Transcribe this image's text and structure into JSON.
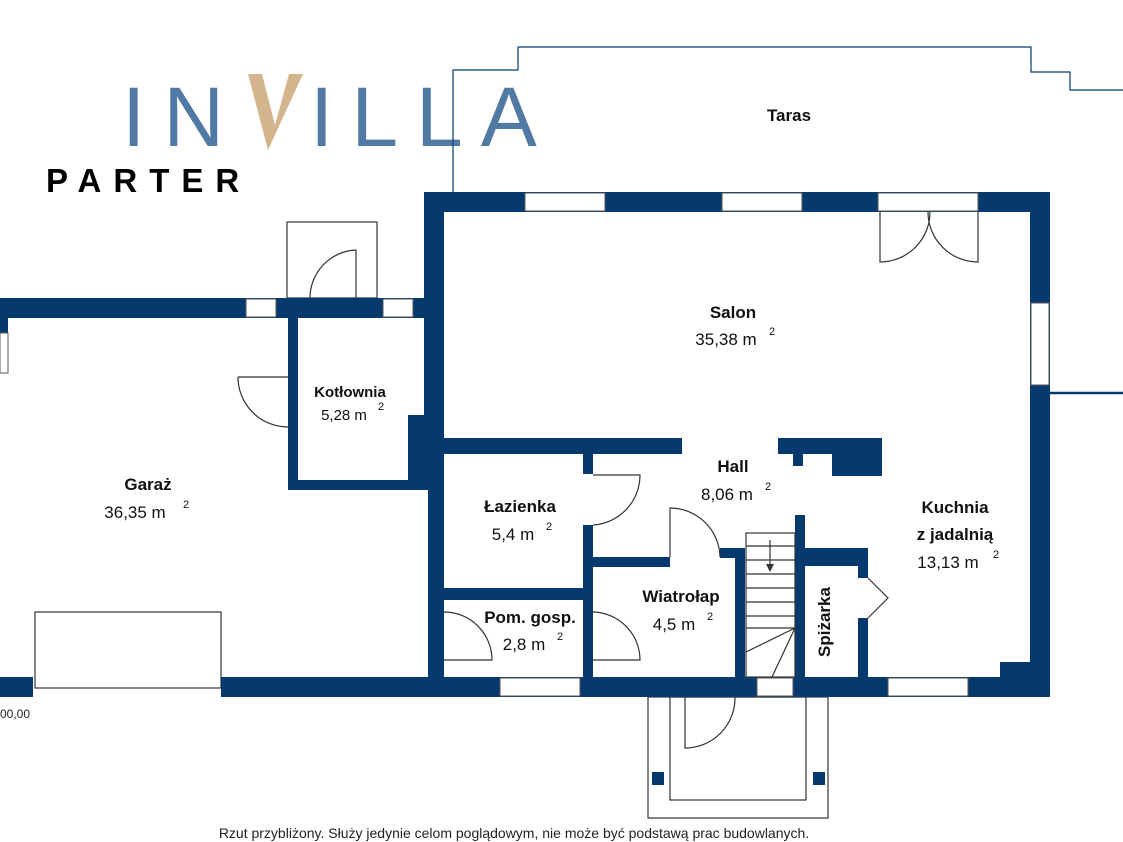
{
  "title": "PARTER",
  "logo_text": "INVILLA",
  "colors": {
    "wall": "#063a6f",
    "logo_blue": "#5079a3",
    "logo_tan": "#d4b48c"
  },
  "rooms": {
    "taras": {
      "name": "Taras"
    },
    "salon": {
      "name": "Salon",
      "area": "35,38 m",
      "unit_sup": "2"
    },
    "kotlownia": {
      "name": "Kotłownia",
      "area": "5,28 m",
      "unit_sup": "2"
    },
    "garaz": {
      "name": "Garaż",
      "area": "36,35 m",
      "unit_sup": "2"
    },
    "hall": {
      "name": "Hall",
      "area": "8,06 m",
      "unit_sup": "2"
    },
    "lazienka": {
      "name": "Łazienka",
      "area": "5,4 m",
      "unit_sup": "2"
    },
    "kuchnia": {
      "name": "Kuchnia",
      "name2": "z jadalnią",
      "area": "13,13 m",
      "unit_sup": "2"
    },
    "wiatrolap": {
      "name": "Wiatrołap",
      "area": "4,5 m",
      "unit_sup": "2"
    },
    "pom_gosp": {
      "name": "Pom. gosp.",
      "area": "2,8 m",
      "unit_sup": "2"
    },
    "spizarka": {
      "name": "Spiżarka"
    }
  },
  "level_mark": "00,00",
  "disclaimer": "Rzut przybliżony. Służy jedynie celom poglądowym, nie może być podstawą prac budowlanych."
}
